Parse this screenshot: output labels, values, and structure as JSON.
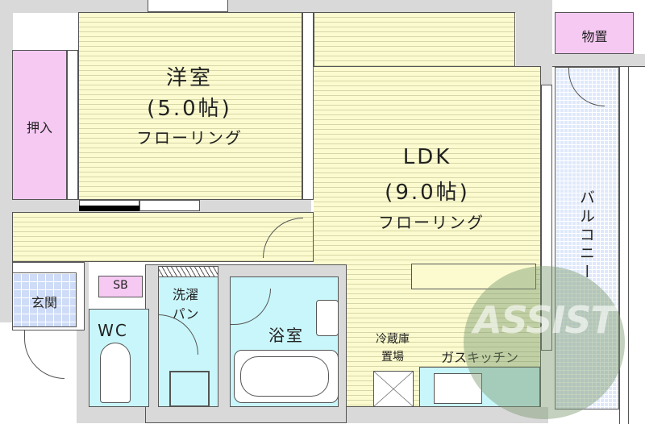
{
  "rooms": {
    "western_room": {
      "name": "洋室",
      "size": "(5.0帖)",
      "floor": "フローリング"
    },
    "ldk": {
      "name": "LDK",
      "size": "(9.0帖)",
      "floor": "フローリング"
    },
    "closet": {
      "name": "押入"
    },
    "storage": {
      "name": "物置"
    },
    "balcony": {
      "name": "バルコニー"
    },
    "entrance": {
      "name": "玄関"
    },
    "shoe_box": {
      "name": "SB"
    },
    "laundry": {
      "name_line1": "洗濯",
      "name_line2": "パン"
    },
    "wc": {
      "name": "WC"
    },
    "bathroom": {
      "name": "浴室"
    },
    "fridge_space": {
      "name_line1": "冷蔵庫",
      "name_line2": "置場"
    },
    "kitchen": {
      "name": "ガスキッチン"
    }
  },
  "watermark": {
    "text": "ASSIST"
  },
  "colors": {
    "floor": "#fbfbcf",
    "closet": "#f6c9f3",
    "wet_area": "#c9f6fa",
    "tile": "#dfe9fb",
    "wall": "#d9d9d9",
    "watermark": "#7a9a6e"
  }
}
